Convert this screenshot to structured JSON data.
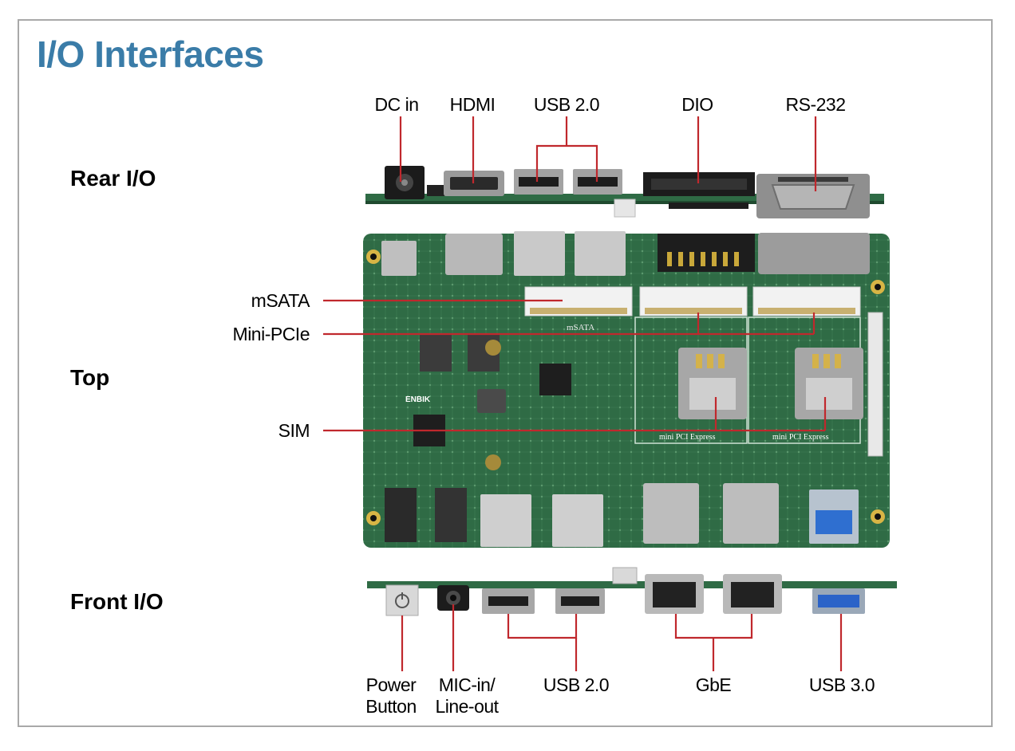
{
  "title": "I/O Interfaces",
  "sections": {
    "rear": "Rear I/O",
    "top": "Top",
    "front": "Front I/O"
  },
  "rear_labels": {
    "dc_in": "DC in",
    "hdmi": "HDMI",
    "usb20": "USB 2.0",
    "dio": "DIO",
    "rs232": "RS-232"
  },
  "top_labels": {
    "msata": "mSATA",
    "mini_pcie": "Mini-PCIe",
    "sim": "SIM"
  },
  "front_labels": {
    "power_line1": "Power",
    "power_line2": "Button",
    "mic_line1": "MIC-in/",
    "mic_line2": "Line-out",
    "usb20": "USB 2.0",
    "gbe": "GbE",
    "usb30": "USB 3.0"
  },
  "board_marks": {
    "msata_silk": "mSATA",
    "mpcie_silk_1": "mini PCI Express",
    "mpcie_silk_2": "mini PCI Express",
    "brand": "ENBIK"
  },
  "colors": {
    "title": "#3a7ca8",
    "callout": "#c0282d",
    "pcb": "#2f6b45",
    "frame": "#a9a9a9"
  }
}
